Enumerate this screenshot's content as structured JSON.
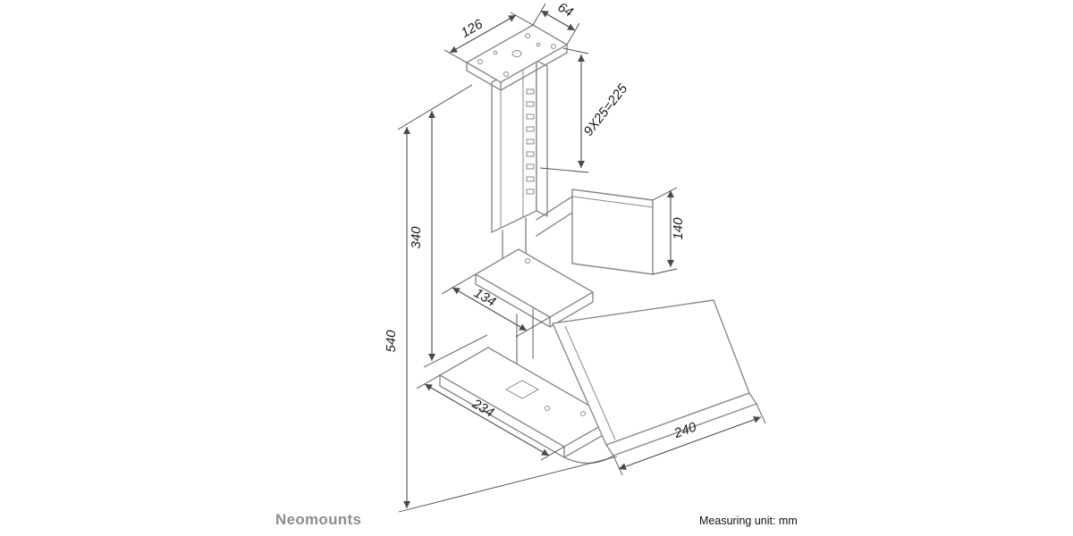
{
  "drawing": {
    "subject": "CPU holder technical dimension drawing",
    "dimensions": {
      "plate_width": "126",
      "plate_depth": "64",
      "slot_pattern": "9X25=225",
      "clamp_panel_height": "140",
      "column_height": "340",
      "clamp_depth": "134",
      "total_height": "540",
      "base_depth": "234",
      "base_width": "240"
    },
    "colors": {
      "background": "#ffffff",
      "product_line": "#8a8a8a",
      "dimension_line": "#4a4a4a",
      "text": "#1c1c1c",
      "brand_text": "#8d8b96"
    }
  },
  "footer": {
    "brand": "Neomounts",
    "units": "Measuring unit: mm"
  }
}
